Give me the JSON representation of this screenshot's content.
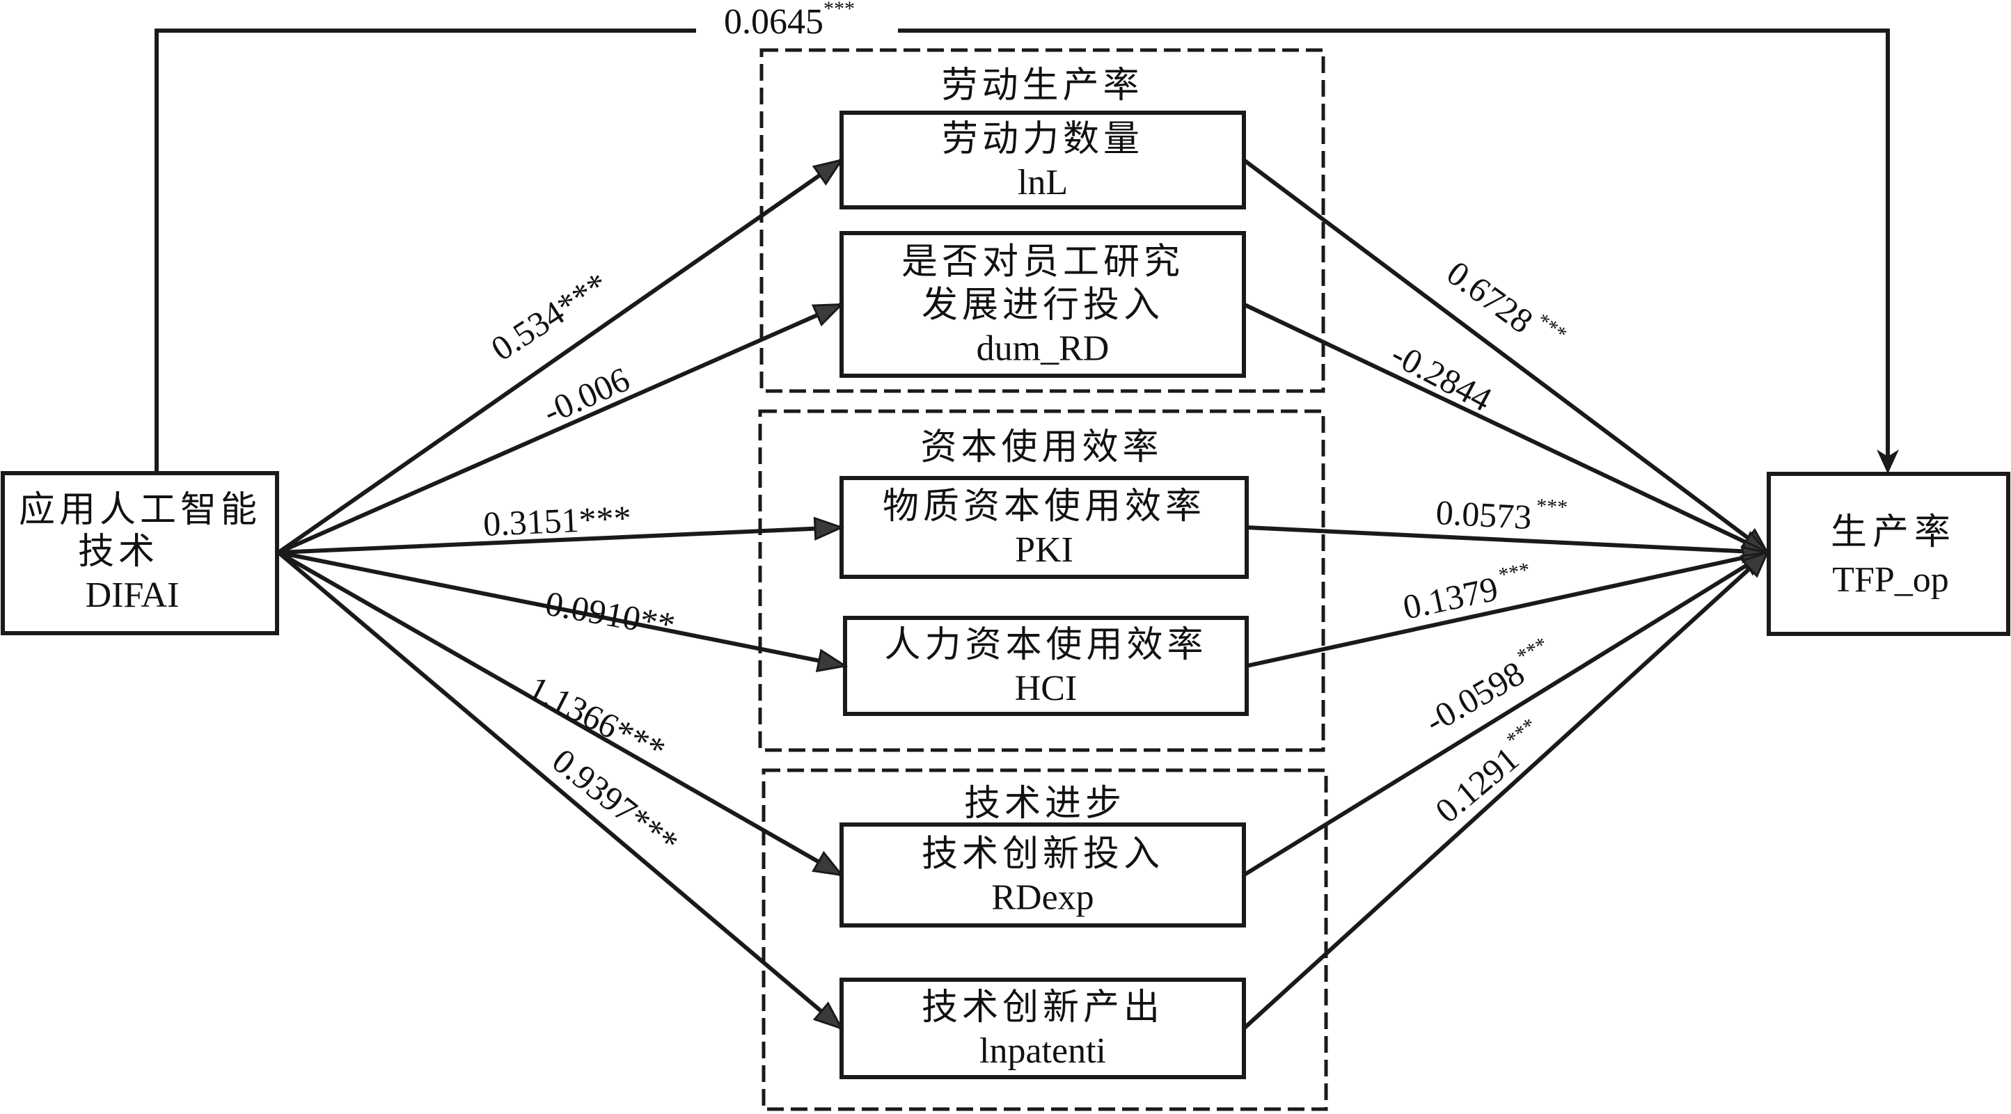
{
  "source": {
    "name_cn_line1": "应用人工智能",
    "name_cn_line2": "技术",
    "code": "DIFAI"
  },
  "target": {
    "name_cn": "生产率",
    "code": "TFP_op"
  },
  "direct_effect": {
    "coef": "0.0645",
    "sig": "***"
  },
  "colors": {
    "stroke": "#1a1a1a",
    "text": "#111111",
    "arrow_fill": "#3a3a3a",
    "background": "#ffffff"
  },
  "groups": [
    {
      "title": "劳动生产率",
      "mediators": [
        {
          "lines": [
            "劳动力数量"
          ],
          "code": "lnL",
          "a_coef": "0.534",
          "a_sig": "***",
          "b_coef": "0.6728",
          "b_sig": "***"
        },
        {
          "lines": [
            "是否对员工研究",
            "发展进行投入"
          ],
          "code": "dum_RD",
          "a_coef": "-0.006",
          "a_sig": "",
          "b_coef": "-0.2844",
          "b_sig": ""
        }
      ]
    },
    {
      "title": "资本使用效率",
      "mediators": [
        {
          "lines": [
            "物质资本使用效率"
          ],
          "code": "PKI",
          "a_coef": "0.3151",
          "a_sig": "***",
          "b_coef": "0.0573",
          "b_sig": "***"
        },
        {
          "lines": [
            "人力资本使用效率"
          ],
          "code": "HCI",
          "a_coef": "-0.0910",
          "a_sig": "**",
          "b_coef": "0.1379",
          "b_sig": "***"
        }
      ]
    },
    {
      "title": "技术进步",
      "mediators": [
        {
          "lines": [
            "技术创新投入"
          ],
          "code": "RDexp",
          "a_coef": "1.1366",
          "a_sig": "***",
          "b_coef": "-0.0598",
          "b_sig": "***"
        },
        {
          "lines": [
            "技术创新产出"
          ],
          "code": "lnpatenti",
          "a_coef": "0.9397",
          "a_sig": "***",
          "b_coef": "0.1291",
          "b_sig": "***"
        }
      ]
    }
  ]
}
